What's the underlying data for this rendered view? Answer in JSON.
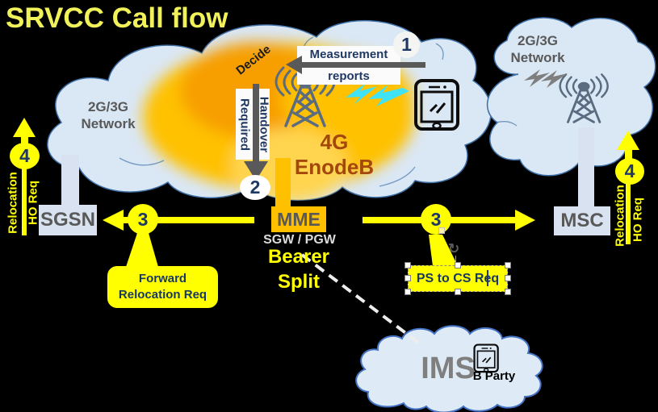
{
  "title": "SRVCC Call flow",
  "colors": {
    "background": "#000000",
    "accent_yellow": "#FFFF00",
    "amber": "#FFC000",
    "navy": "#1F3864",
    "cloud_fill": "#DAE7F5",
    "gray_text": "#595959",
    "cyan_bolt": "#3FE3F5",
    "enodeb_text": "#A4470C"
  },
  "clouds": {
    "left_label": {
      "line1": "2G/3G",
      "line2": "Network"
    },
    "right_label": {
      "line1": "2G/3G",
      "line2": "Network"
    },
    "ims_label": "IMS"
  },
  "steps": {
    "one": "1",
    "two": "2",
    "three": "3",
    "four": "4"
  },
  "annotations": {
    "decide": "Decide",
    "measurement": {
      "line1": "Measurement",
      "line2": "reports"
    },
    "handover": {
      "line1": "Handover",
      "line2": "Required"
    },
    "forward_callout": {
      "line1": "Forward",
      "line2": "Relocation Req"
    },
    "ps_to_cs": "PS to CS Req",
    "relocation": "Relocation",
    "ho_req": "HO Req",
    "bearer": {
      "line1": "Bearer",
      "line2": "Split"
    }
  },
  "nodes": {
    "enodeb": "4G EnodeB",
    "sgsn": "SGSN",
    "mme": "MME",
    "sgw_pgw": "SGW / PGW",
    "msc": "MSC",
    "b_party": "B Party"
  }
}
